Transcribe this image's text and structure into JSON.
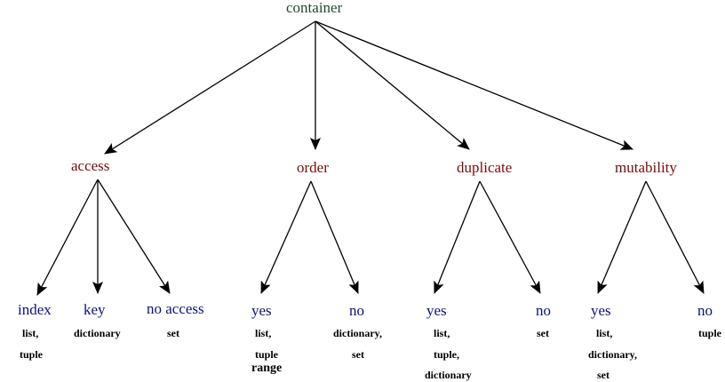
{
  "root": "container",
  "categories": {
    "access": "access",
    "order": "order",
    "duplicate": "duplicate",
    "mutability": "mutability"
  },
  "access": {
    "index": {
      "label": "index",
      "examples": [
        "list,",
        "tuple"
      ]
    },
    "key": {
      "label": "key",
      "examples": [
        "dictionary"
      ]
    },
    "no_access": {
      "label": "no access",
      "examples": [
        "set"
      ]
    }
  },
  "order": {
    "yes": {
      "label": "yes",
      "examples": [
        "list,",
        "tuple",
        "range"
      ]
    },
    "no": {
      "label": "no",
      "examples": [
        "dictionary,",
        "set"
      ]
    }
  },
  "duplicate": {
    "yes": {
      "label": "yes",
      "examples": [
        "list,",
        "tuple,",
        "dictionary"
      ]
    },
    "no": {
      "label": "no",
      "examples": [
        "set"
      ]
    }
  },
  "mutability": {
    "yes": {
      "label": "yes",
      "examples": [
        "list,",
        "dictionary,",
        "set"
      ]
    },
    "no": {
      "label": "no",
      "examples": [
        "tuple"
      ]
    }
  },
  "colors": {
    "root": "#1f4a2c",
    "category": "#7a0b0b",
    "value": "#0d127a",
    "example": "#000000",
    "edge": "#000000"
  }
}
